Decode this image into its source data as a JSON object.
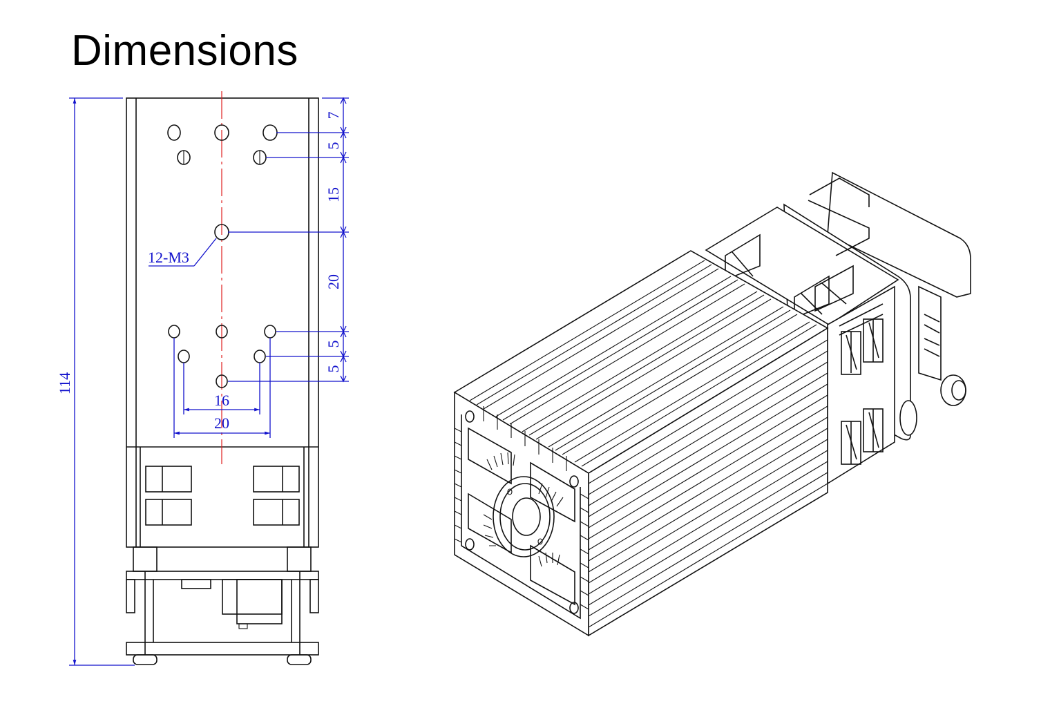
{
  "title": "Dimensions",
  "labels": {
    "overall_height": "114",
    "hole_callout": "12-M3",
    "dim_7": "7",
    "dim_5a": "5",
    "dim_15": "15",
    "dim_20_v": "20",
    "dim_5b": "5",
    "dim_5c": "5",
    "dim_16": "16",
    "dim_20_h": "20"
  },
  "colors": {
    "dimension": "#1111cc",
    "centerline": "#e02020",
    "outline": "#111111"
  }
}
